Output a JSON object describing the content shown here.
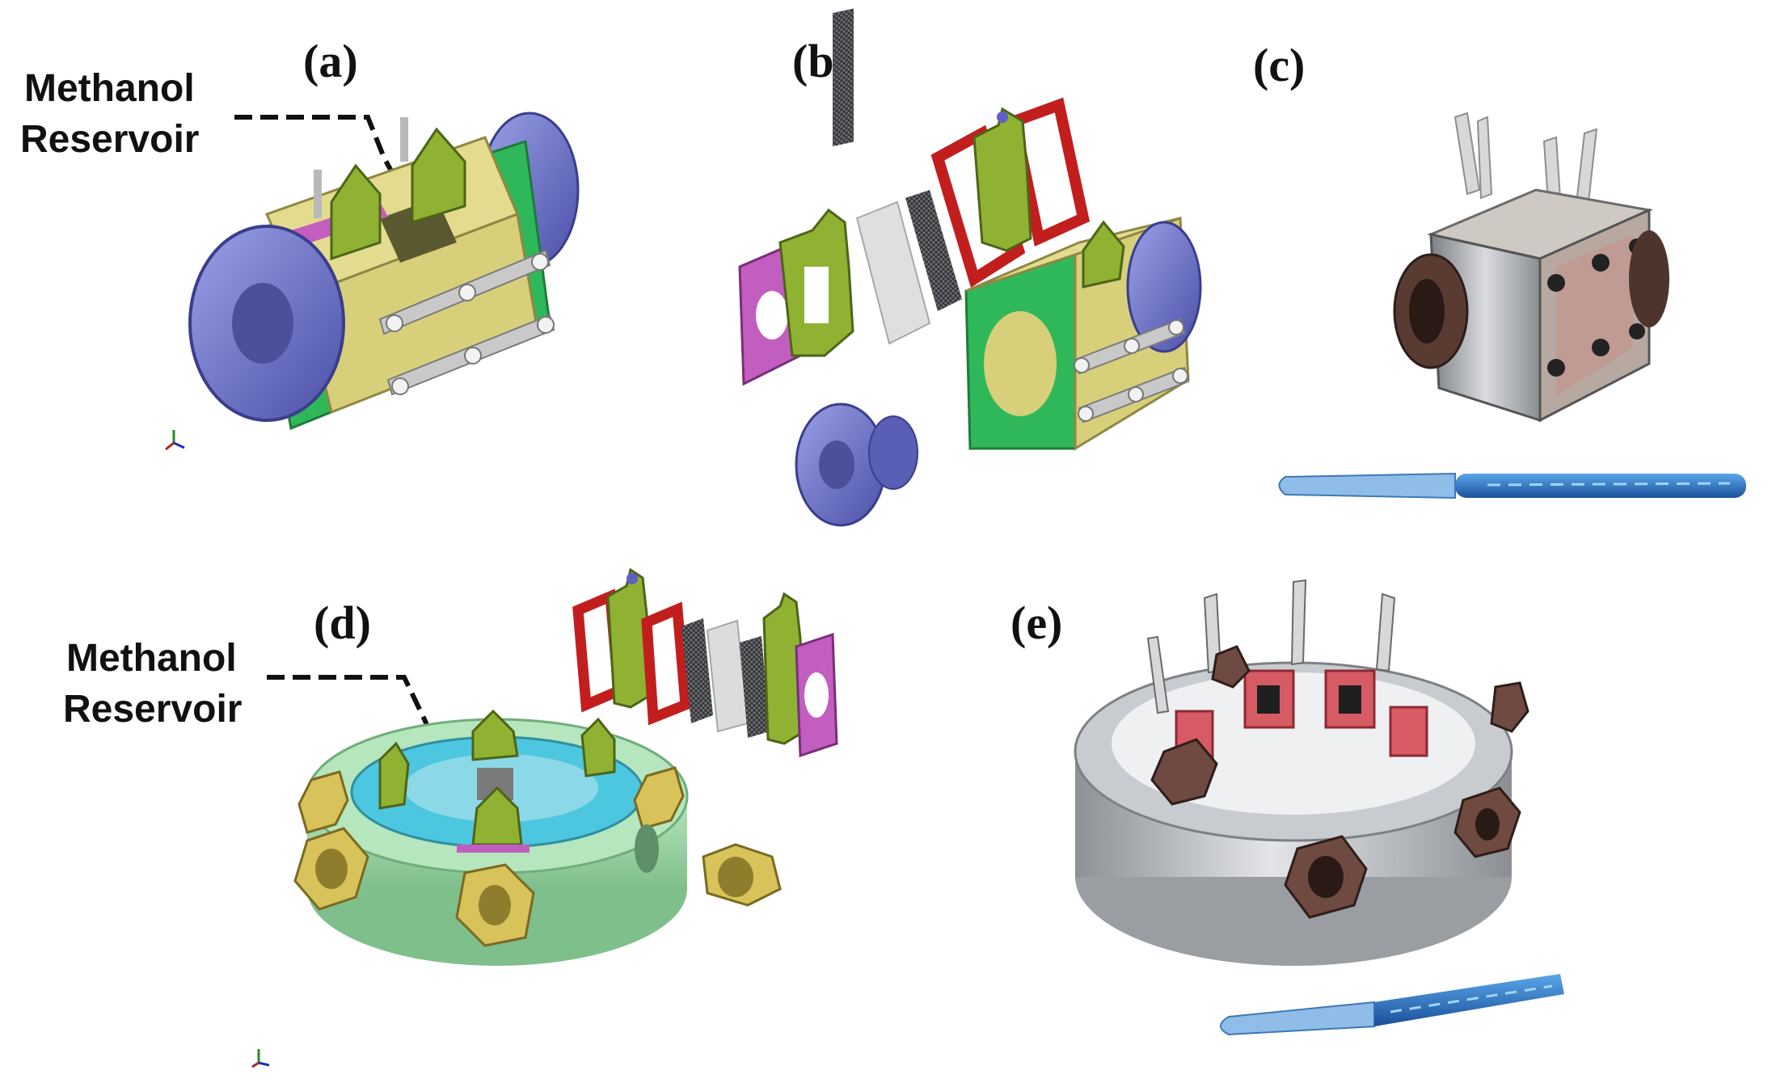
{
  "figure": {
    "panels": [
      {
        "id": "a",
        "label": "(a)"
      },
      {
        "id": "b",
        "label": "(b)"
      },
      {
        "id": "c",
        "label": "(c)"
      },
      {
        "id": "d",
        "label": "(d)"
      },
      {
        "id": "e",
        "label": "(e)"
      }
    ],
    "callouts": [
      {
        "line1": "Methanol",
        "line2": "Reservoir"
      },
      {
        "line1": "Methanol",
        "line2": "Reservoir"
      }
    ],
    "colors": {
      "endcap": "#6f74c9",
      "frame_green": "#2fb85a",
      "body_yellow": "#d7cf7a",
      "plate_olive": "#8fb232",
      "gasket_red": "#c21e1e",
      "gasket_magenta": "#c25ec0",
      "ring_green": "#9fd6a8",
      "ring_cyan": "#4cc7df",
      "nut_gold": "#d8c25a",
      "metal_grey": "#a9acb0",
      "pen_blue": "#2a7ac9"
    }
  }
}
